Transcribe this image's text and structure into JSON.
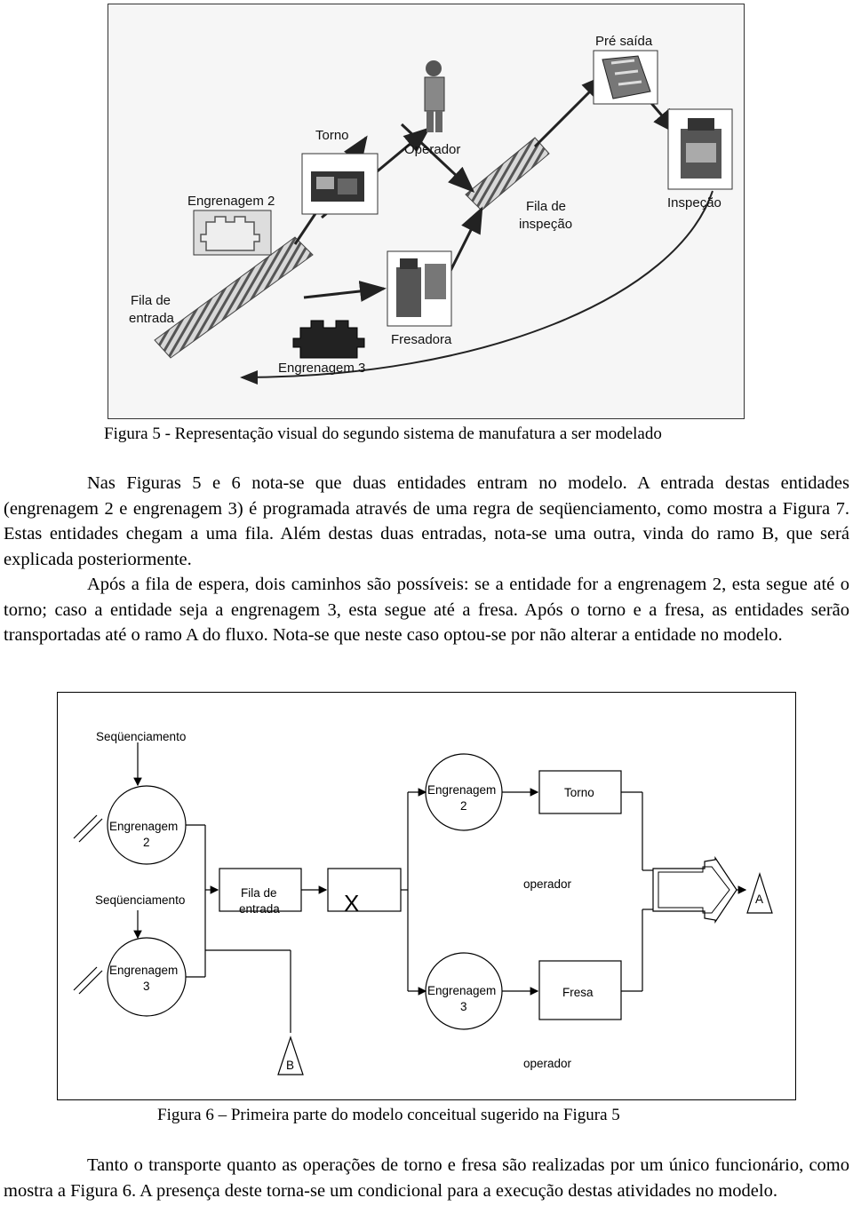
{
  "figure5": {
    "labels": {
      "pre_saida": "Pré saída",
      "torno": "Torno",
      "operador": "Operador",
      "engrenagem2": "Engrenagem 2",
      "fila_inspecao_1": "Fila de",
      "fila_inspecao_2": "inspeção",
      "inspecao": "Inspeção",
      "fila_entrada_1": "Fila de",
      "fila_entrada_2": "entrada",
      "fresadora": "Fresadora",
      "engrenagem3": "Engrenagem 3"
    },
    "caption": "Figura 5 - Representação visual do segundo sistema de manufatura a ser modelado"
  },
  "paragraph1": {
    "p1": "Nas Figuras 5 e 6 nota-se que duas entidades entram no modelo. A entrada destas entidades (engrenagem 2 e engrenagem 3) é programada através de uma regra de seqüenciamento, como mostra a Figura 7. Estas entidades chegam a uma fila. Além destas duas entradas, nota-se uma outra, vinda do ramo B, que será explicada posteriormente.",
    "p2": "Após a fila de espera, dois caminhos são possíveis: se a entidade for a engrenagem 2, esta segue até o torno; caso a entidade seja a engrenagem 3, esta segue até a fresa. Após o torno e a fresa, as entidades serão transportadas até o ramo A do fluxo. Nota-se que neste caso optou-se por não alterar a entidade no modelo."
  },
  "figure6": {
    "seq_top": "Seqüenciamento",
    "create2_l1": "Engrenagem",
    "create2_l2": "2",
    "seq_mid": "Seqüenciamento",
    "fila_l1": "Fila de",
    "fila_l2": "entrada",
    "decision": "X",
    "eng2_l1": "Engrenagem",
    "eng2_l2": "2",
    "torno": "Torno",
    "operador_top": "operador",
    "connector_a": "A",
    "create3_l1": "Engrenagem",
    "create3_l2": "3",
    "eng3_l1": "Engrenagem",
    "eng3_l2": "3",
    "fresa": "Fresa",
    "connector_b": "B",
    "operador_bottom": "operador",
    "caption": "Figura 6 – Primeira parte do modelo conceitual sugerido na Figura 5"
  },
  "paragraph2": {
    "p1": "Tanto o transporte quanto as operações de torno e fresa são realizadas por um único funcionário, como mostra a Figura 6. A presença deste torna-se um condicional para a execução destas atividades no modelo."
  }
}
